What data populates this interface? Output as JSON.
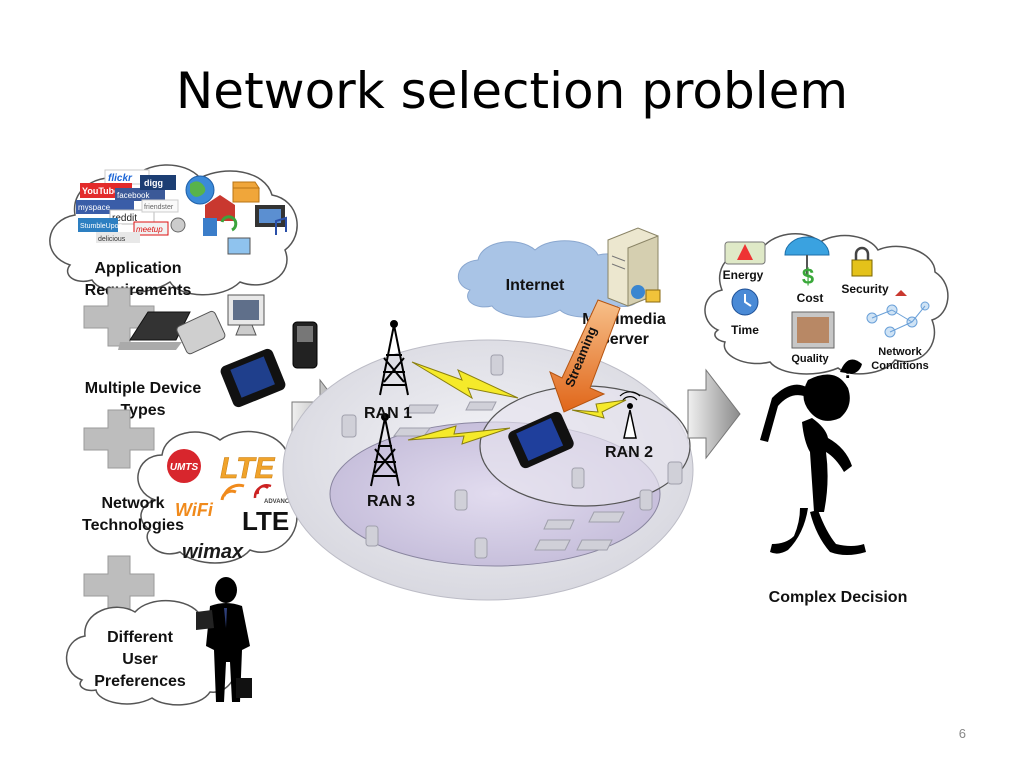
{
  "slide": {
    "title": "Network selection problem",
    "page_number": "6"
  },
  "left_factors": {
    "application": [
      "Application",
      "Requirements"
    ],
    "devices": [
      "Multiple Device",
      "Types"
    ],
    "technologies": [
      "Network",
      "Technologies"
    ],
    "preferences": [
      "Different",
      "User",
      "Preferences"
    ]
  },
  "app_logos": [
    "flickr",
    "YouTube",
    "facebook",
    "digg",
    "myspace",
    "reddit",
    "StumbleUpon",
    "meetup",
    "delicious",
    "friendster"
  ],
  "tech_logos": [
    "UMTS",
    "LTE",
    "WiFi",
    "LTE",
    "ADVANCED",
    "wimax"
  ],
  "network": {
    "internet": "Internet",
    "server": [
      "Multimedia",
      "Server"
    ],
    "streaming": "Streaming",
    "ran1": "RAN 1",
    "ran2": "RAN 2",
    "ran3": "RAN 3"
  },
  "criteria": {
    "energy": "Energy",
    "cost": "Cost",
    "security": "Security",
    "time": "Time",
    "quality": "Quality",
    "network_conditions": [
      "Network",
      "Conditions"
    ]
  },
  "decision": {
    "label": "Complex Decision",
    "thought": "?"
  },
  "colors": {
    "cloud_stroke": "#555555",
    "plus_fill": "#bdbdbd",
    "internet_cloud": "#a9c4e6",
    "streaming_arrow": "#e87a1e",
    "ellipse_outer": "#e3e3ea",
    "ellipse_inner": "#cfc9e0",
    "lightning": "#f5ea2a"
  }
}
